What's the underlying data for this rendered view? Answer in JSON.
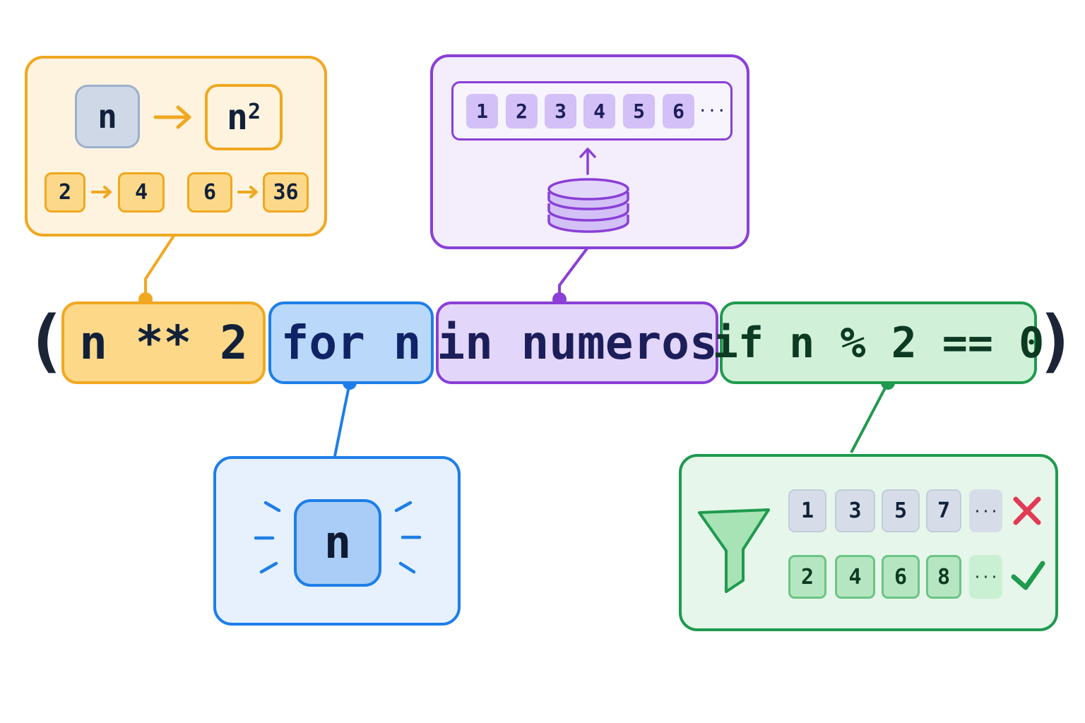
{
  "colors": {
    "orange": "#f0a820",
    "orange_bg": "#fdf3df",
    "orange_tile": "#fcd98a",
    "blue": "#1e7ee8",
    "blue_bg": "#e6f1fd",
    "blue_tile": "#a9cdf6",
    "purple": "#8a3fd6",
    "purple_bg": "#f3edfc",
    "purple_tile": "#d3c0f7",
    "green": "#1f9a4e",
    "green_bg": "#e6f6ea",
    "green_tile": "#b6e6c1",
    "gray_tile": "#d6dde8",
    "text_dark": "#12213a",
    "red": "#e23a55"
  },
  "expression": {
    "open_paren": "(",
    "close_paren": ")",
    "segments": [
      {
        "text": "n ** 2",
        "color": "orange"
      },
      {
        "text": "for n",
        "color": "blue"
      },
      {
        "text": "in numeros",
        "color": "purple"
      },
      {
        "text": "if n % 2 == 0",
        "color": "green"
      }
    ]
  },
  "square_panel": {
    "input": "n",
    "output_base": "n",
    "output_exp": "2",
    "examples": [
      {
        "from": "2",
        "to": "4"
      },
      {
        "from": "6",
        "to": "36"
      }
    ]
  },
  "variable_panel": {
    "variable": "n"
  },
  "source_panel": {
    "items": [
      "1",
      "2",
      "3",
      "4",
      "5",
      "6"
    ],
    "ellipsis": "···",
    "icon": "database-icon"
  },
  "filter_panel": {
    "icon": "funnel-icon",
    "rejected": [
      "1",
      "3",
      "5",
      "7"
    ],
    "accepted": [
      "2",
      "4",
      "6",
      "8"
    ],
    "ellipsis": "···",
    "reject_icon": "cross-icon",
    "accept_icon": "check-icon"
  }
}
